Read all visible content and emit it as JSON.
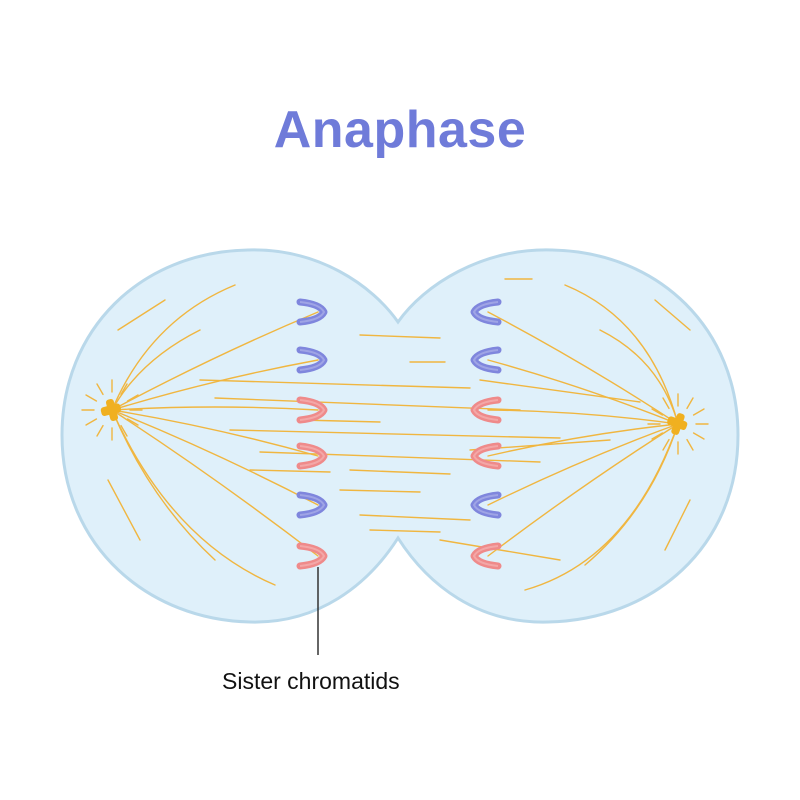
{
  "title": "Anaphase",
  "label": "Sister chromatids",
  "colors": {
    "title": "#6f7bd9",
    "cell_fill": "#dff0fa",
    "cell_stroke": "#b9d8ea",
    "fiber": "#f0b640",
    "centrosome": "#f0b020",
    "chromatid_blue": "#7f86dd",
    "chromatid_red": "#ef8a8a",
    "pointer": "#333333"
  },
  "chromatids": {
    "left": [
      "blue",
      "blue",
      "red",
      "red",
      "blue",
      "red"
    ],
    "right": [
      "blue",
      "blue",
      "red",
      "red",
      "blue",
      "red"
    ]
  }
}
